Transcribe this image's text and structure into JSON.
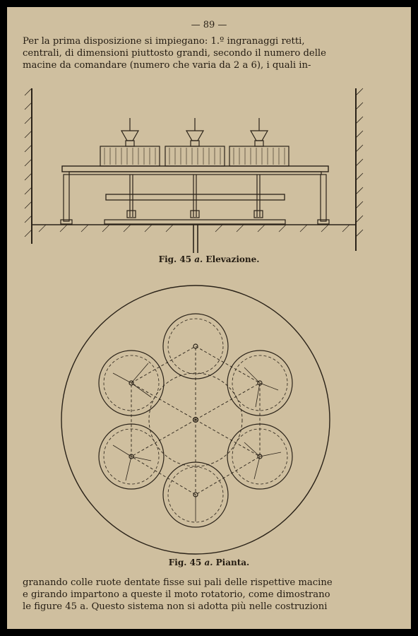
{
  "page_number": "— 89 —",
  "top_paragraph": [
    "Per la prima disposizione si impiegano: 1.º ingranaggi retti,",
    "centrali, di dimensioni piuttosto grandi, secondo il numero delle",
    "macine da comandare (numero che varia da 2 a 6), i quali in-"
  ],
  "figure_a": {
    "label": "Fig. 45",
    "letter": "a.",
    "caption": "Elevazione."
  },
  "figure_b": {
    "label": "Fig. 45",
    "letter": "a.",
    "caption": "Pianta."
  },
  "bottom_paragraph": [
    "granando colle ruote dentate fisse sui pali delle rispettive macine",
    "e girando impartono a queste il moto rotatorio, come dimostrano",
    "le figure 45 a. Questo sistema non si adotta più nelle costruzioni"
  ],
  "colors": {
    "paper": "#cfbf9f",
    "ink": "#241c12",
    "border": "#000000"
  }
}
